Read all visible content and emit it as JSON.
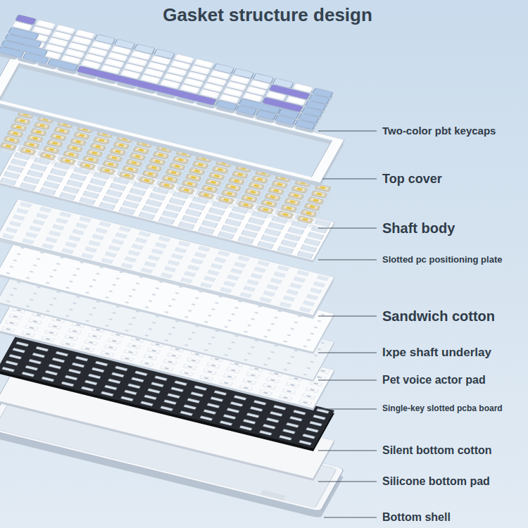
{
  "diagram": {
    "title": "Gasket structure design",
    "labels": [
      "Two-color pbt keycaps",
      "Top cover",
      "Shaft body",
      "Slotted pc positioning plate",
      "Sandwich cotton",
      "Ixpe shaft underlay",
      "Pet voice actor pad",
      "Single-key slotted pcba board",
      "Silent bottom cotton",
      "Silicone bottom pad",
      "Bottom shell"
    ]
  }
}
